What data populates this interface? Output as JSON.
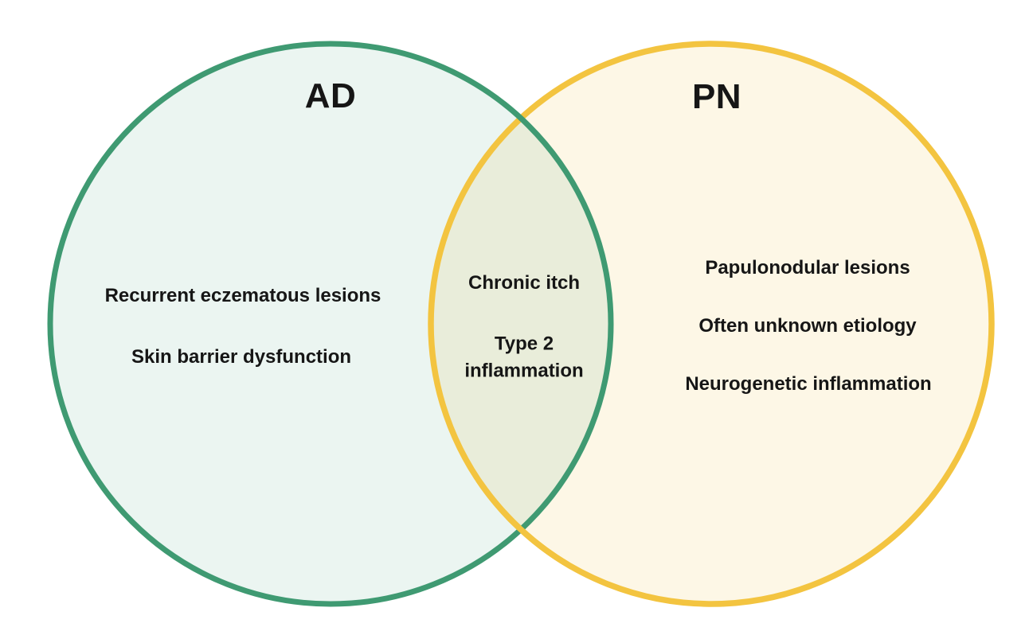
{
  "diagram": {
    "type": "venn",
    "sets": [
      {
        "id": "ad",
        "label": "AD",
        "items": [
          "Recurrent eczematous lesions",
          "Skin barrier dysfunction"
        ]
      },
      {
        "id": "pn",
        "label": "PN",
        "items": [
          "Papulonodular lesions",
          "Often unknown etiology",
          "Neurogenetic inflammation"
        ]
      }
    ],
    "intersection": {
      "items": [
        "Chronic itch",
        "Type 2 inflammation"
      ]
    }
  },
  "colors": {
    "background": "#FFFFFF",
    "text": "#161616",
    "ad_border": "#3F9A72",
    "ad_fill": "#3F9A721A",
    "pn_border": "#F3C440",
    "pn_fill": "#F3C44021"
  }
}
